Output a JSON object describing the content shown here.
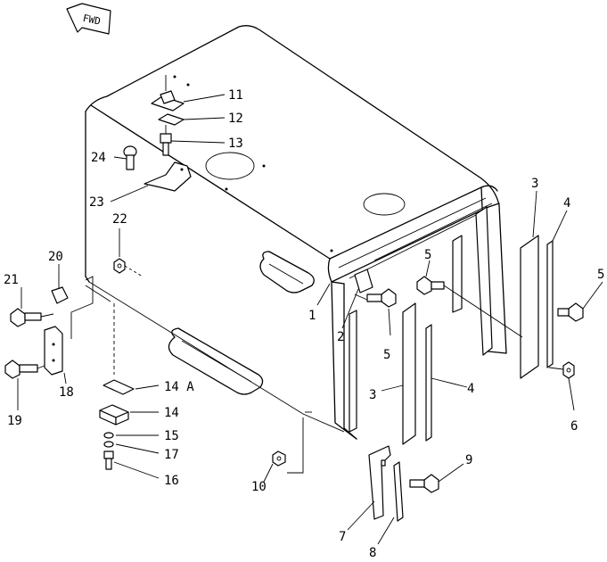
{
  "diagram": {
    "fwd_label": "FWD",
    "callouts": [
      {
        "id": "c1",
        "text": "1"
      },
      {
        "id": "c2",
        "text": "2"
      },
      {
        "id": "c3a",
        "text": "3"
      },
      {
        "id": "c3b",
        "text": "3"
      },
      {
        "id": "c4a",
        "text": "4"
      },
      {
        "id": "c4b",
        "text": "4"
      },
      {
        "id": "c5a",
        "text": "5"
      },
      {
        "id": "c5b",
        "text": "5"
      },
      {
        "id": "c5c",
        "text": "5"
      },
      {
        "id": "c6",
        "text": "6"
      },
      {
        "id": "c7",
        "text": "7"
      },
      {
        "id": "c8",
        "text": "8"
      },
      {
        "id": "c9",
        "text": "9"
      },
      {
        "id": "c10",
        "text": "10"
      },
      {
        "id": "c11",
        "text": "11"
      },
      {
        "id": "c12",
        "text": "12"
      },
      {
        "id": "c13",
        "text": "13"
      },
      {
        "id": "c14",
        "text": "14"
      },
      {
        "id": "c14a",
        "text": "14 A"
      },
      {
        "id": "c15",
        "text": "15"
      },
      {
        "id": "c16",
        "text": "16"
      },
      {
        "id": "c17",
        "text": "17"
      },
      {
        "id": "c18",
        "text": "18"
      },
      {
        "id": "c19",
        "text": "19"
      },
      {
        "id": "c20",
        "text": "20"
      },
      {
        "id": "c21",
        "text": "21"
      },
      {
        "id": "c22",
        "text": "22"
      },
      {
        "id": "c23",
        "text": "23"
      },
      {
        "id": "c24",
        "text": "24"
      }
    ]
  }
}
